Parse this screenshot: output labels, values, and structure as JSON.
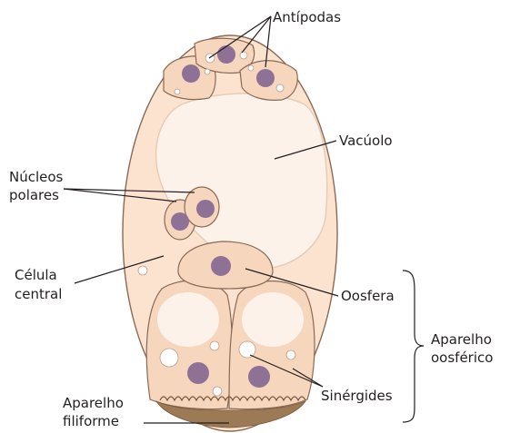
{
  "diagram": {
    "labels": {
      "antipodas": "Antípodas",
      "vacuolo": "Vacúolo",
      "nucleos_1": "Núcleos",
      "nucleos_2": "polares",
      "celula_1": "Célula",
      "celula_2": "central",
      "oosfera": "Oosfera",
      "aparelho_oosferico_1": "Aparelho",
      "aparelho_oosferico_2": "oosférico",
      "sinergides": "Sinérgides",
      "aparelho_filiforme_1": "Aparelho",
      "aparelho_filiforme_2": "filiforme"
    },
    "colors": {
      "sac_fill": "#fbe3d0",
      "sac_edge": "#8a6a55",
      "cell_fill": "#f6d6bd",
      "vacuole_fill": "#fdf2ea",
      "nucleus": "#8f7196",
      "filiform": "#9c7a55",
      "line": "#231f20"
    }
  }
}
